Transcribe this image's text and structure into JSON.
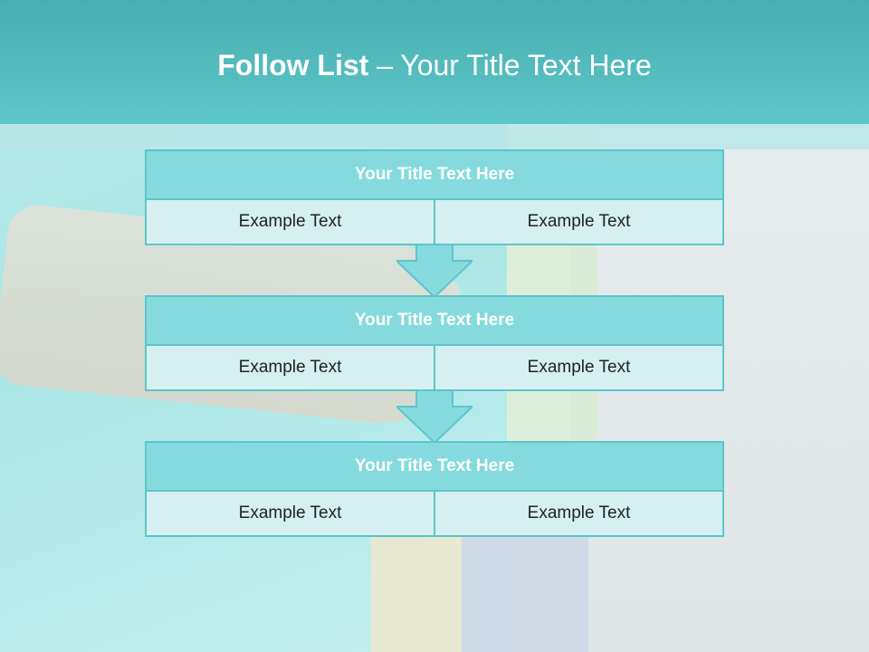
{
  "header": {
    "title_bold": "Follow List",
    "title_rest": " – Your Title Text Here"
  },
  "blocks": [
    {
      "title": "Your Title Text Here",
      "left": "Example Text",
      "right": "Example Text"
    },
    {
      "title": "Your Title Text Here",
      "left": "Example Text",
      "right": "Example Text"
    },
    {
      "title": "Your Title Text Here",
      "left": "Example Text",
      "right": "Example Text"
    }
  ],
  "colors": {
    "header": "#5cc6c9",
    "block_head": "#85dadd",
    "block_cell": "#d6eff0",
    "border": "#5cc6c9"
  }
}
